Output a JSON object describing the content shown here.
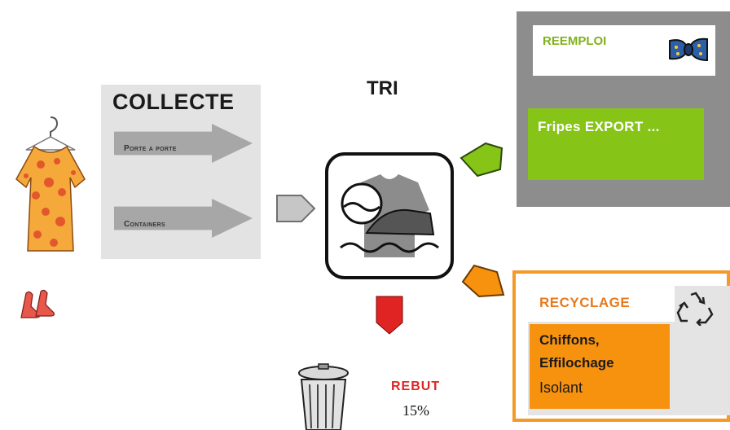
{
  "collecte": {
    "title": "COLLECTE",
    "items": [
      {
        "label": "Porte a porte"
      },
      {
        "label": "Containers"
      }
    ]
  },
  "tri": {
    "title": "TRI"
  },
  "reemploi": {
    "title": "REEMPLOI",
    "detail": "Fripes EXPORT ...",
    "accent": "#86c418"
  },
  "recyclage": {
    "title": "RECYCLAGE",
    "lines": [
      "Chiffons,",
      "Effilochage",
      "Isolant"
    ],
    "accent": "#f7920f"
  },
  "rebut": {
    "title": "REBUT",
    "percent": "15%",
    "accent": "#e02424"
  },
  "icons": [
    "dress-icon",
    "shoes-icon",
    "laundry-icon",
    "bow-tie-icon",
    "recycle-icon",
    "trash-can-icon"
  ]
}
